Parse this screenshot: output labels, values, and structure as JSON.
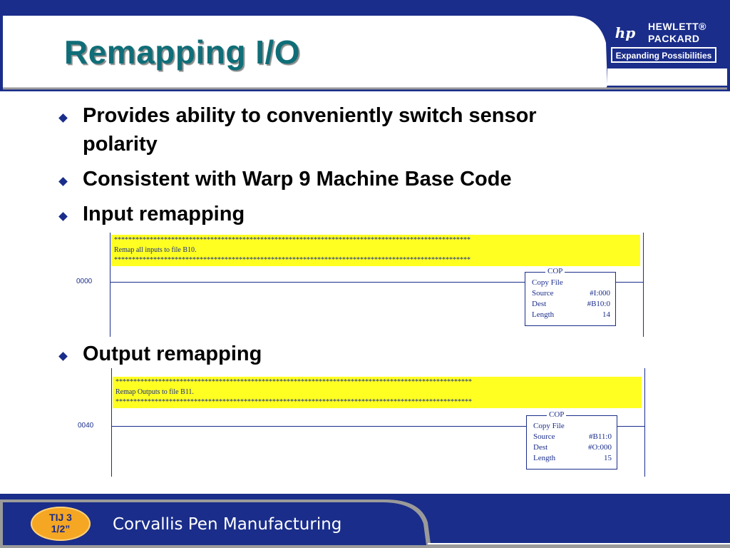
{
  "header": {
    "title": "Remapping I/O"
  },
  "logo": {
    "mark": "hp",
    "brand_line1": "HEWLETT®",
    "brand_line2": "PACKARD",
    "tagline": "Expanding Possibilities"
  },
  "bullets": [
    {
      "text_line1": "Provides ability to conveniently switch sensor",
      "text_line2": "polarity"
    },
    {
      "text_line1": "Consistent with Warp 9 Machine Base Code"
    },
    {
      "text_line1": "Input remapping"
    },
    {
      "text_line1": "Output remapping"
    }
  ],
  "ladders": [
    {
      "comment_stars": "****************************************************************************************************",
      "comment_text": "Remap all inputs to file B10.",
      "rung": "0000",
      "cop": {
        "label": "COP",
        "title": "Copy File",
        "rows": [
          {
            "key": "Source",
            "value": "#I:000"
          },
          {
            "key": "Dest",
            "value": "#B10:0"
          },
          {
            "key": "Length",
            "value": "14"
          }
        ]
      }
    },
    {
      "comment_stars": "****************************************************************************************************",
      "comment_text": "Remap Outputs to file B11.",
      "rung": "0040",
      "cop": {
        "label": "COP",
        "title": "Copy File",
        "rows": [
          {
            "key": "Source",
            "value": "#B11:0"
          },
          {
            "key": "Dest",
            "value": "#O:000"
          },
          {
            "key": "Length",
            "value": "15"
          }
        ]
      }
    }
  ],
  "footer": {
    "badge_line1": "TIJ 3",
    "badge_line2": "1/2”",
    "text": "Corvallis Pen Manufacturing"
  },
  "colors": {
    "navy": "#1a2d8a",
    "title_teal": "#0f6e78",
    "comment_yellow": "#ffff22",
    "badge_orange": "#f5a623"
  }
}
